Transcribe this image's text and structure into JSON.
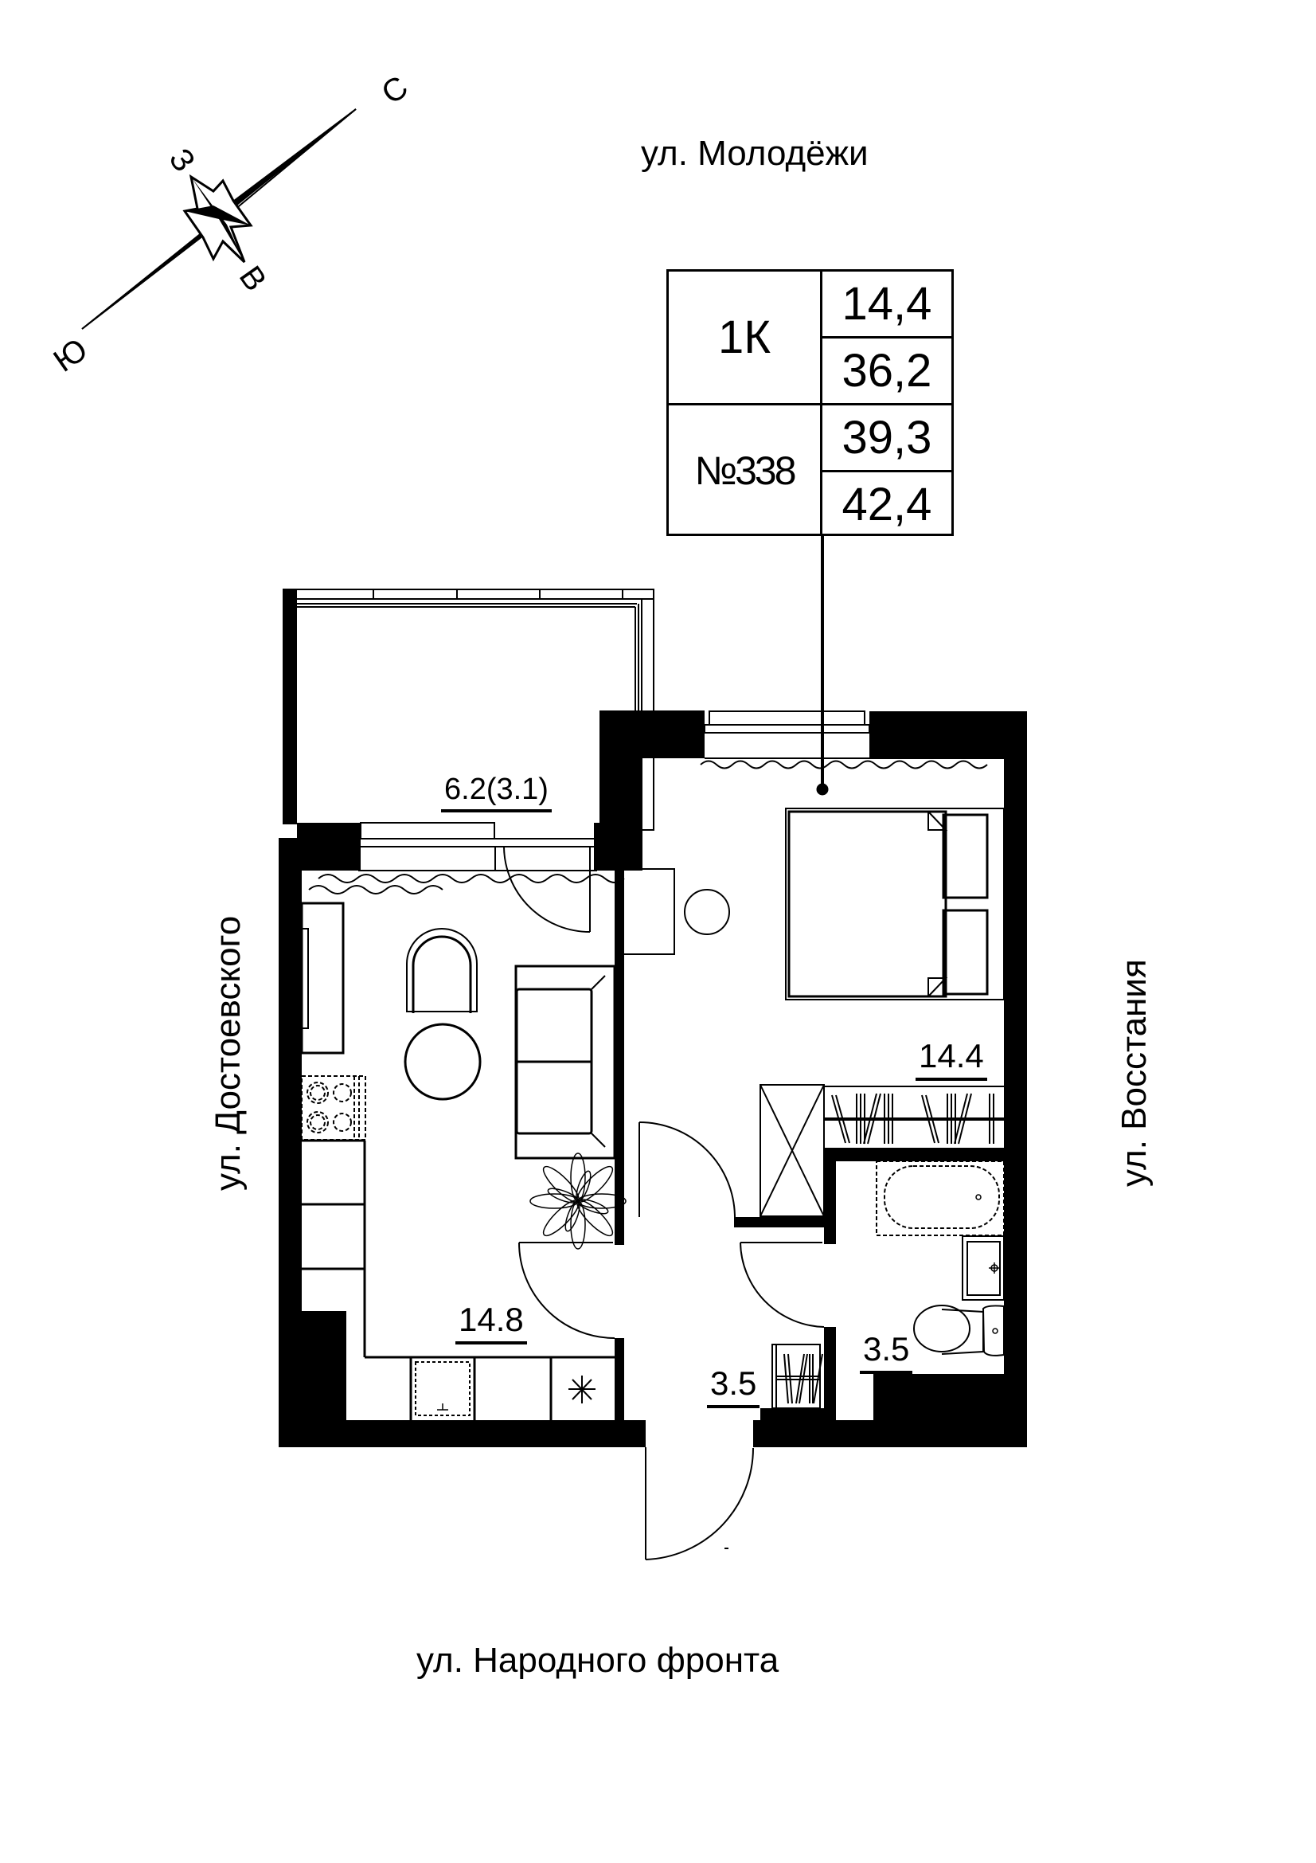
{
  "compass": {
    "north": "С",
    "west": "З",
    "east": "В",
    "south": "Ю"
  },
  "streets": {
    "top": "ул. Молодёжи",
    "left": "ул. Достоевского",
    "right": "ул. Восстания",
    "bottom": "ул. Народного фронта"
  },
  "apartment": {
    "type": "1К",
    "number": "№338",
    "areas": [
      "14,4",
      "36,2",
      "39,3",
      "42,4"
    ]
  },
  "rooms": {
    "balcony": "6.2(3.1)",
    "bedroom": "14.4",
    "kitchen_living": "14.8",
    "hallway": "3.5",
    "bathroom": "3.5"
  },
  "colors": {
    "wall": "#000000",
    "background": "#ffffff"
  }
}
